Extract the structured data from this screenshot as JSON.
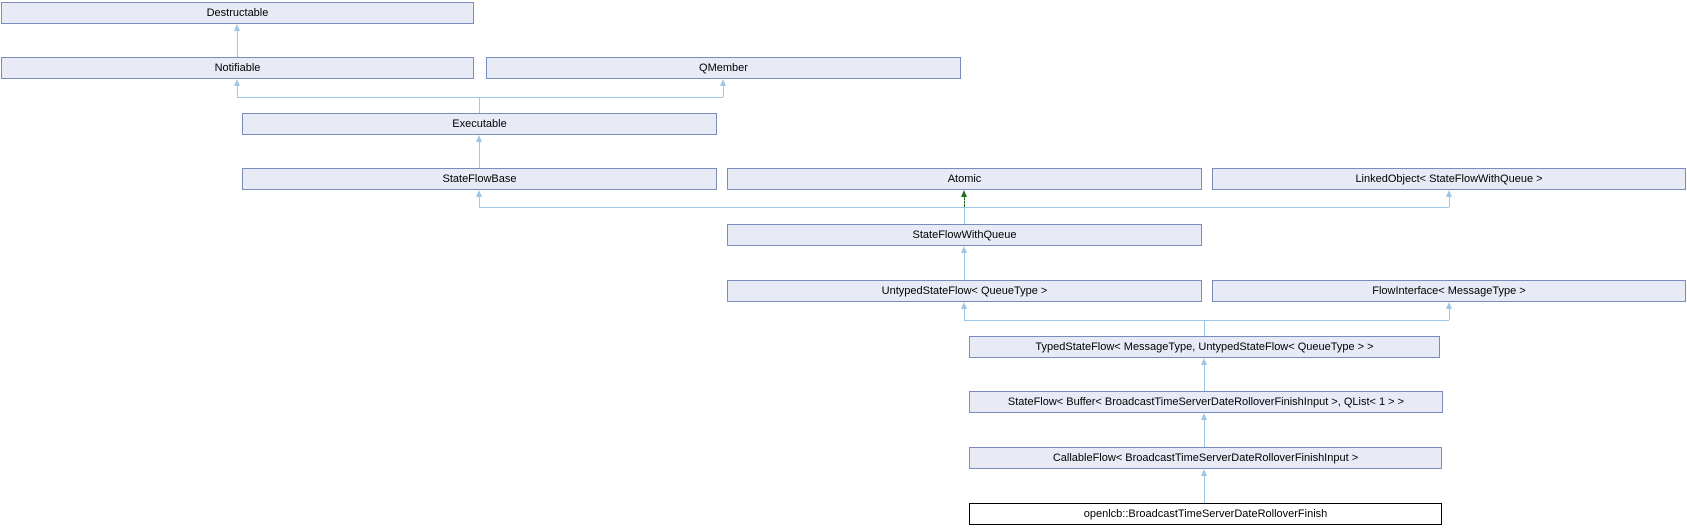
{
  "diagram": {
    "kind": "class-inheritance-graph",
    "current_class": "openlcb::BroadcastTimeServerDateRolloverFinish",
    "nodes": [
      {
        "id": "destructable",
        "label": "Destructable"
      },
      {
        "id": "notifiable",
        "label": "Notifiable"
      },
      {
        "id": "qmember",
        "label": "QMember"
      },
      {
        "id": "executable",
        "label": "Executable"
      },
      {
        "id": "stateflowbase",
        "label": "StateFlowBase"
      },
      {
        "id": "atomic",
        "label": "Atomic"
      },
      {
        "id": "linkedobject",
        "label": "LinkedObject< StateFlowWithQueue >"
      },
      {
        "id": "stateflowwithqueue",
        "label": "StateFlowWithQueue"
      },
      {
        "id": "untypedstateflow",
        "label": "UntypedStateFlow< QueueType >"
      },
      {
        "id": "flowinterface",
        "label": "FlowInterface< MessageType >"
      },
      {
        "id": "typedstateflow",
        "label": "TypedStateFlow< MessageType, UntypedStateFlow< QueueType > >"
      },
      {
        "id": "stateflow",
        "label": "StateFlow< Buffer< BroadcastTimeServerDateRolloverFinishInput >, QList< 1 > >"
      },
      {
        "id": "callableflow",
        "label": "CallableFlow< BroadcastTimeServerDateRolloverFinishInput >"
      },
      {
        "id": "openlcb",
        "label": "openlcb::BroadcastTimeServerDateRolloverFinish",
        "current": true
      }
    ],
    "edges": [
      {
        "from": "notifiable",
        "to": "destructable",
        "type": "public"
      },
      {
        "from": "executable",
        "to": "notifiable",
        "type": "public"
      },
      {
        "from": "executable",
        "to": "qmember",
        "type": "public"
      },
      {
        "from": "stateflowbase",
        "to": "executable",
        "type": "public"
      },
      {
        "from": "stateflowwithqueue",
        "to": "stateflowbase",
        "type": "public"
      },
      {
        "from": "stateflowwithqueue",
        "to": "atomic",
        "type": "protected"
      },
      {
        "from": "stateflowwithqueue",
        "to": "linkedobject",
        "type": "public"
      },
      {
        "from": "untypedstateflow",
        "to": "stateflowwithqueue",
        "type": "public"
      },
      {
        "from": "typedstateflow",
        "to": "untypedstateflow",
        "type": "public"
      },
      {
        "from": "typedstateflow",
        "to": "flowinterface",
        "type": "public"
      },
      {
        "from": "stateflow",
        "to": "typedstateflow",
        "type": "public"
      },
      {
        "from": "callableflow",
        "to": "stateflow",
        "type": "public"
      },
      {
        "from": "openlcb",
        "to": "callableflow",
        "type": "public"
      }
    ],
    "colors": {
      "node_fill": "#E8EBF5",
      "node_border": "#7A8BBE",
      "current_node_fill": "#FFFFFF",
      "current_node_border": "#000000",
      "edge_public": "#9EC6E6",
      "edge_protected": "#266E26",
      "text": "#000000",
      "background": "#FFFFFF"
    }
  }
}
